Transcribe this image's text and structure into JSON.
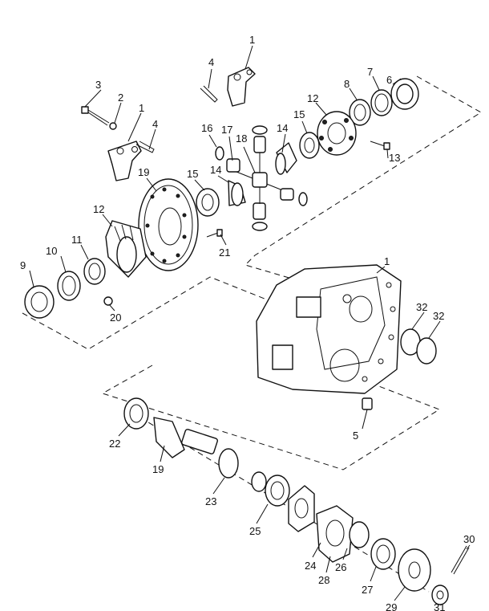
{
  "diagram": {
    "callouts": {
      "c1a": "1",
      "c4a": "4",
      "c6": "6",
      "c7": "7",
      "c8": "8",
      "c12a": "12",
      "c3": "3",
      "c2": "2",
      "c1b": "1",
      "c4b": "4",
      "c16": "16",
      "c17": "17",
      "c18": "18",
      "c14a": "14",
      "c15a": "15",
      "c13": "13",
      "c19a": "19",
      "c15b": "15",
      "c14b": "14",
      "c12b": "12",
      "c10": "10",
      "c11": "11",
      "c9": "9",
      "c20": "20",
      "c21": "21",
      "c1c": "1",
      "c32a": "32",
      "c32b": "32",
      "c5": "5",
      "c22": "22",
      "c19b": "19",
      "c23": "23",
      "c25": "25",
      "c24": "24",
      "c28": "28",
      "c26": "26",
      "c27": "27",
      "c29": "29",
      "c30": "30",
      "c31": "31"
    }
  }
}
